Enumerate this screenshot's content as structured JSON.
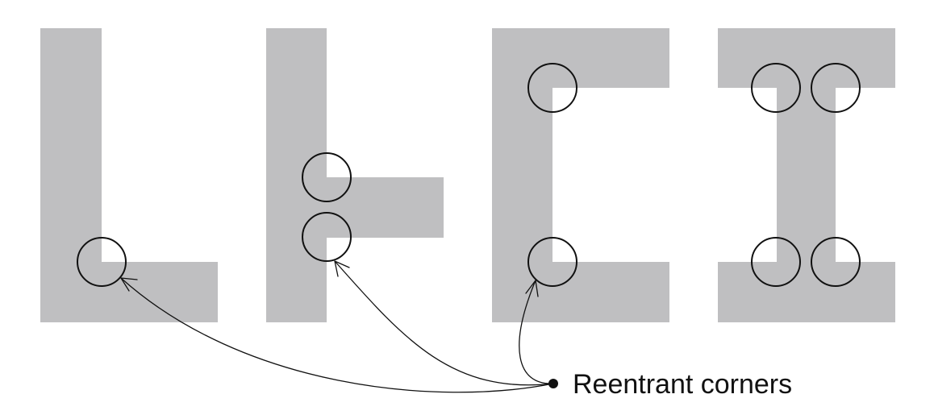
{
  "callout": {
    "label": "Reentrant corners"
  },
  "shapes": [
    {
      "name": "L",
      "reentrant_corners": 1
    },
    {
      "name": "T",
      "reentrant_corners": 2
    },
    {
      "name": "C",
      "reentrant_corners": 2
    },
    {
      "name": "I",
      "reentrant_corners": 4
    }
  ],
  "colors": {
    "shape_fill": "#bfbfc1",
    "stroke": "#111111",
    "background": "#ffffff"
  }
}
